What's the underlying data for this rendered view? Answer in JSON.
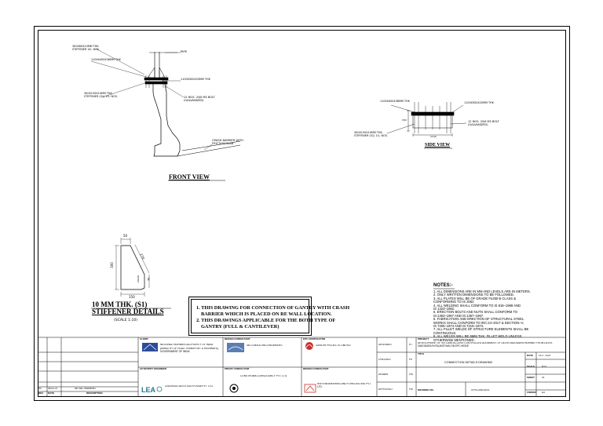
{
  "views": {
    "front": {
      "title": "FRONT VIEW",
      "callouts": {
        "stiffener_top": "300X80X10MM THK. STIFFENER 16– NOS.",
        "pipe": "PIPE",
        "plate_top": "1100X400X36MM THK",
        "plate_mid": "1100X500X20MM THK",
        "stiffener_s1": "300X150X10MM THK. STIFFENER (S1) 10– NOS.",
        "bolts": "12 NOS. 20Ø MS BOLT (GALVANIZED)",
        "barrier": "CRASH BARRIER WITH FRICTION SLAB"
      }
    },
    "side": {
      "title": "SIDE VIEW",
      "callouts": {
        "plate_top": "1100X400X36MM THK",
        "plate_mid": "1100X500X20MM THK",
        "bolts": "12 NOS. 20Ø MS BOLT (GALVANIZED)",
        "stiffener_s1": "300X150X10MM THK. STIFFENER (S1) 10– NOS.",
        "dim_300": "300",
        "dim_1100": "1100"
      }
    },
    "stiffener": {
      "title_line1": "10 MM THK. (S1)",
      "title_line2": "STIFFENER DETAILS",
      "scale": "(SCALE 1:10)",
      "dims": {
        "top": "50",
        "diag": "270",
        "left": "300",
        "bottom": "150",
        "right_small": "50",
        "notch": "20x20"
      }
    }
  },
  "scope_notes": [
    "1. THIS DRAWING FOR CONNECTION OF GANTRY WITH CRASH",
    "BARRIER WHICH IS PLACED ON RE WALL LOCATION.",
    "2. THIS DRAWINGS  APPLICABLE FOR THE BOTH TYPE OF",
    "GANTRY (FULL & CANTILEVER)"
  ],
  "notes": {
    "heading": "NOTES:-",
    "items": [
      "1.  ALL DIMENSIONS ARE IN MM AND LEVELS ARE IN METERS.",
      "2.  ONLY WRITTEN DIMENSIONS TO BE FOLLOWED.",
      "3.  ALL PLATES WILL BE OF GRADE Fe250 B CLASS &",
      "     CONFORMING TO IS 2062",
      "4.  ALL WELDING SHALL CONFORM TO IS 816–1969 AND",
      "     IS 1323–1982.",
      "5.  ERECTION BOLTS AND NUTS SHALL CONFORM TO",
      "     IS:1363–1967 AND IS:1367–1967.",
      "6.  FABRICATION AND ERECTION OF STRUCTURAL STEEL",
      "     WORKS SHALL CONFORM TO IRC:24–2017 & SECTION–V,",
      "     IS 7205–1974 AND IS:7215–1974.",
      "7.  ALL FILLET WELDS OF STRUCTURE ELEMENTS SHALL BE",
      "     CONTINUOUS.",
      "8.  ALL WELDS WILL BE 6MM THK. FILLET WELD UNLESS",
      "     OTHERWISE MENTIONED."
    ]
  },
  "title_block": {
    "revisions": {
      "rev": "R0",
      "date": "08.03.23",
      "description": "INITIAL DRAWING",
      "hdr_rev": "REV",
      "hdr_date": "DATE",
      "hdr_desc": "DESCRIPTION"
    },
    "client_label": "CLIENT",
    "client": "NATIONAL HIGHWAYS AUTHORITY OF INDIA",
    "client_sub": "(MINISTRY OF ROAD TRANSPORT & HIGHWAYS) GOVERNMENT OF INDIA",
    "ae_label": "AUTHORITY ENGINEER",
    "ae": "LEA ASSOCIATES SOUTH ASIA PVT. LTD.",
    "dc_label": "DESIGN CONSULTANT",
    "dc": "SB CONSULTING ENGINEERS",
    "pc_label": "PROOF CONSULTANT",
    "pc": "CONSTRUMA CONSULTANCY PVT. LTD.",
    "contractor_label": "EPC CONTRACTOR",
    "contractor": "GAYATRI PROJECTS LIMITED",
    "dcon_label": "DESIGN CONSULTANT",
    "dcon": "RSH ENGINEERING AND FORECASTING PVT. LTD.",
    "roles": [
      {
        "role": "DESIGNED",
        "init": "RT"
      },
      {
        "role": "CHECKED",
        "init": "PK"
      },
      {
        "role": "DRAWN",
        "init": "PM"
      },
      {
        "role": "APPROVED",
        "init": "PM"
      }
    ],
    "project_label": "PROJECT",
    "project": "DEVELOPMENT OF SIX LANE ACCESS CONTROLLED ALIGNMENT OF DELHI-VADODARA HIGHWAY FROM DELHI-VADODARA IN RAJASTHAN ON EPC MODE",
    "title_label": "TITLE",
    "title": "CONNECTION DETAILS DRAWING",
    "date_label": "DATE",
    "date": "OCT. 2023",
    "scale_label": "SCALE",
    "scale": "NTS",
    "sheet_label": "SHEET",
    "sheet": "01",
    "format_label": "FORMAT",
    "format": "A3",
    "drawing_no_label": "DRAWING NO.",
    "drawing_no": "GP/ICON/GD/01"
  },
  "colors": {
    "line": "#000000",
    "paper": "#ffffff",
    "logo_blue": "#2b4c9a",
    "logo_red": "#c9302c",
    "logo_teal": "#1f7a8c"
  }
}
